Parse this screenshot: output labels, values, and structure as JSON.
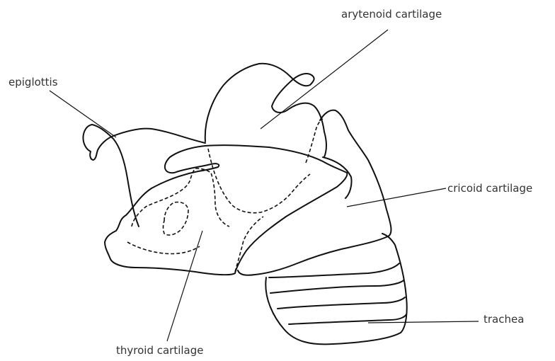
{
  "labels": {
    "arytenoid": "arytenoid cartilage",
    "epiglottis": "epiglottis",
    "cricoid": "cricoid cartilage",
    "trachea": "trachea",
    "thyroid": "thyroid cartilage"
  },
  "colors": {
    "line": "#111111",
    "text": "#333333",
    "background": "#ffffff"
  }
}
